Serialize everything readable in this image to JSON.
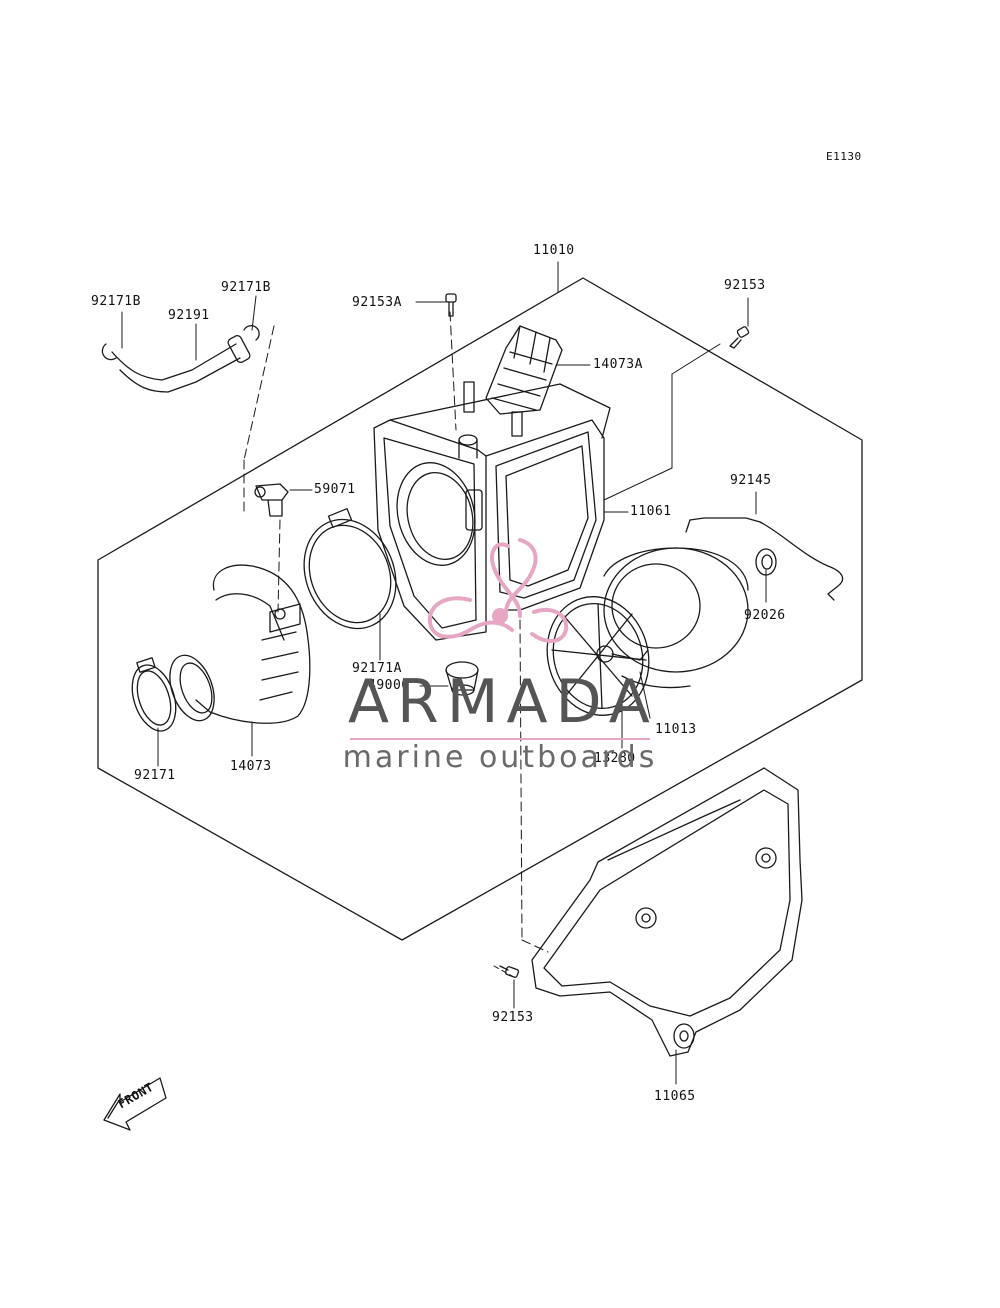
{
  "diagram_code": "E1130",
  "parts": [
    {
      "id": "p-11010",
      "number": "11010"
    },
    {
      "id": "p-92153a",
      "number": "92153A"
    },
    {
      "id": "p-92153-top",
      "number": "92153"
    },
    {
      "id": "p-92171b-l",
      "number": "92171B"
    },
    {
      "id": "p-92171b-r",
      "number": "92171B"
    },
    {
      "id": "p-92191",
      "number": "92191"
    },
    {
      "id": "p-14073a",
      "number": "14073A"
    },
    {
      "id": "p-59071",
      "number": "59071"
    },
    {
      "id": "p-11061",
      "number": "11061"
    },
    {
      "id": "p-92145",
      "number": "92145"
    },
    {
      "id": "p-92026",
      "number": "92026"
    },
    {
      "id": "p-92171a",
      "number": "92171A"
    },
    {
      "id": "p-49006",
      "number": "49006"
    },
    {
      "id": "p-11013",
      "number": "11013"
    },
    {
      "id": "p-13280",
      "number": "13280"
    },
    {
      "id": "p-92171",
      "number": "92171"
    },
    {
      "id": "p-14073",
      "number": "14073"
    },
    {
      "id": "p-92153-bot",
      "number": "92153"
    },
    {
      "id": "p-11065",
      "number": "11065"
    }
  ],
  "direction_indicator": "FRONT",
  "watermark": {
    "brand": "ARMADA",
    "tagline": "marine outboards",
    "accent_color": "#e6a6c4"
  },
  "colors": {
    "line": "#1a1a1a",
    "background": "#ffffff"
  }
}
